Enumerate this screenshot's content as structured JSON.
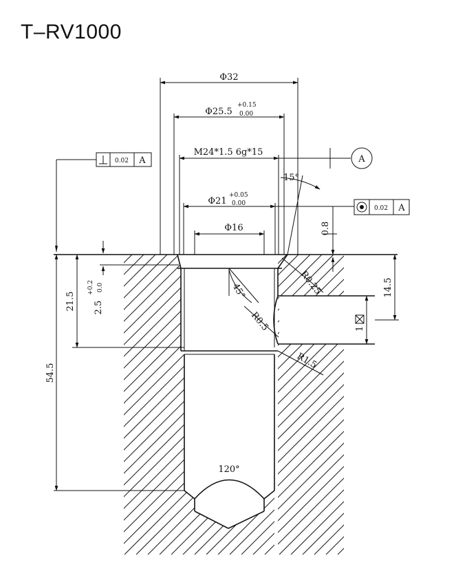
{
  "title": "T–RV1000",
  "dimensions": {
    "d32": "Φ32",
    "d255": "Φ25.5",
    "d255_tol_upper": "+0.15",
    "d255_tol_lower": "0.00",
    "thread": "M24*1.5 6g*15",
    "angle15": "15°",
    "d21": "Φ21",
    "d21_tol_upper": "+0.05",
    "d21_tol_lower": "0.00",
    "d16": "Φ16",
    "chamfer": "0.8",
    "angle45": "45°",
    "r025": "R0.25",
    "r05": "R0.5",
    "r15": "R1.5",
    "h145": "14.5",
    "h215": "21.5",
    "h25": "2.5",
    "h25_tol_upper": "+0.2",
    "h25_tol_lower": "0.0",
    "h545": "54.5",
    "angle120": "120°",
    "port_value": "1"
  },
  "tolerances": {
    "perp": {
      "value": "0.02",
      "datum": "A"
    },
    "conc": {
      "value": "0.02",
      "datum": "A"
    }
  },
  "datum": "A"
}
